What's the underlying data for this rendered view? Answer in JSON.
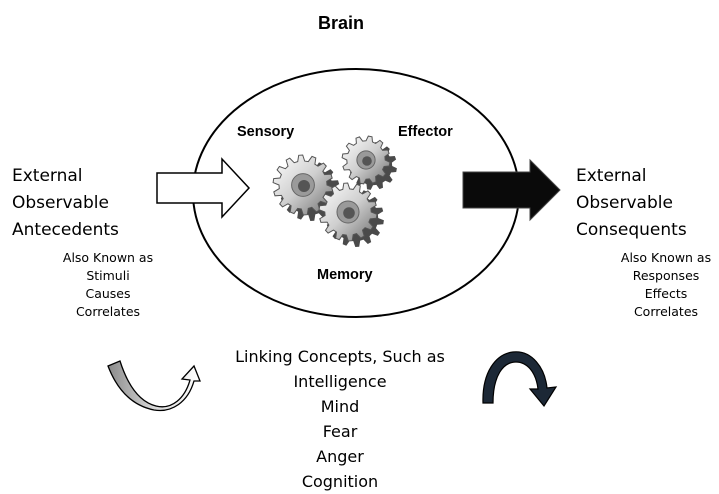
{
  "title": "Brain",
  "sensory": "Sensory",
  "effector": "Effector",
  "memory": "Memory",
  "antecedents": {
    "lines": [
      "External",
      "Observable",
      "Antecedents"
    ],
    "aka": [
      "Also Known as",
      "Stimuli",
      "Causes",
      "Correlates"
    ]
  },
  "consequents": {
    "lines": [
      "External",
      "Observable",
      "Consequents"
    ],
    "aka": [
      "Also Known as",
      "Responses",
      "Effects",
      "Correlates"
    ]
  },
  "linking": [
    "Linking Concepts, Such as",
    "Intelligence",
    "Mind",
    "Fear",
    "Anger",
    "Cognition"
  ],
  "icons": [
    "white-arrow-icon",
    "black-arrow-icon",
    "gears-icon",
    "curved-arrow-up-icon",
    "curved-arrow-down-icon"
  ],
  "colors": {
    "black": "#000000",
    "gear": "#cfcfcf",
    "gear_dark": "#555555",
    "arrow_navy": "#1c2836"
  }
}
